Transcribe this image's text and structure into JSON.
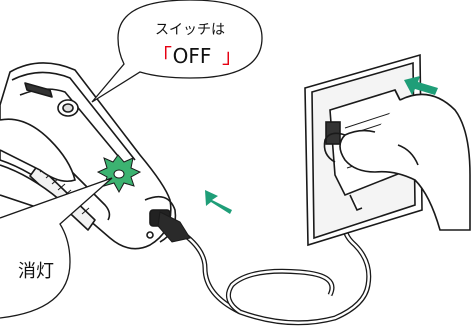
{
  "switch_callout": {
    "line1": "スイッチは",
    "bracket_open": "「",
    "state": "OFF",
    "bracket_close": "」"
  },
  "lamp_callout": {
    "text": "消灯"
  },
  "colors": {
    "arrow": "#1f9e78",
    "lamp_glow": "#3cb371",
    "line": "#1a1a1a",
    "accent_red": "#e60012"
  },
  "icons": {
    "arrow_to_shaver": "arrow-icon",
    "arrow_to_outlet": "arrow-icon",
    "lamp_burst": "starburst-icon"
  }
}
